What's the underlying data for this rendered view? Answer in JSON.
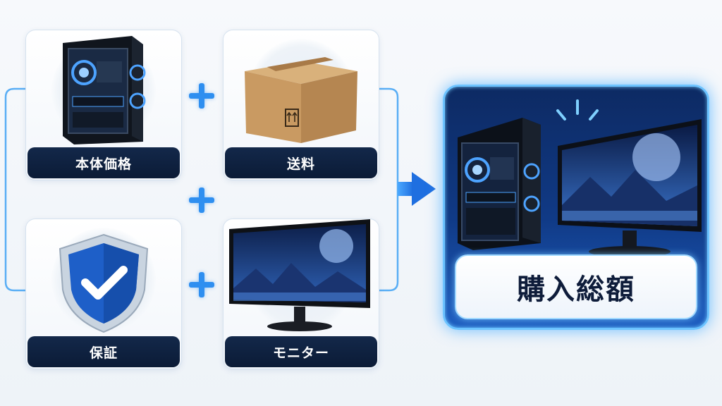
{
  "items": [
    {
      "id": "pc",
      "label": "本体価格"
    },
    {
      "id": "shipping",
      "label": "送料"
    },
    {
      "id": "warranty",
      "label": "保証"
    },
    {
      "id": "monitor",
      "label": "モニター"
    }
  ],
  "result": {
    "label": "購入総額"
  },
  "colors": {
    "accent": "#2f8ff0",
    "label_bg": "#0b1b36",
    "glow": "#6cc3ff"
  },
  "icons": [
    "pc-tower-icon",
    "cardboard-box-icon",
    "shield-check-icon",
    "monitor-icon",
    "plus-icon",
    "arrow-right-icon"
  ]
}
